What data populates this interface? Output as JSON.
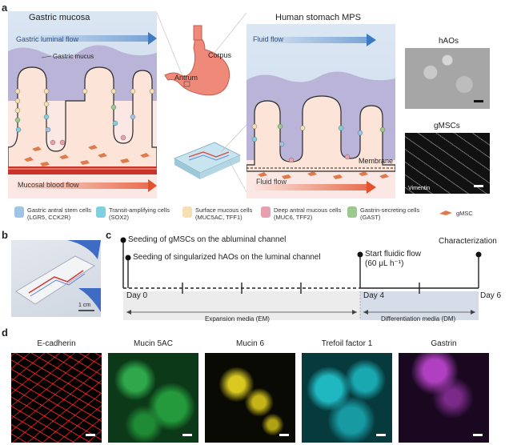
{
  "panel_labels": {
    "a": "a",
    "b": "b",
    "c": "c",
    "d": "d"
  },
  "panel_a": {
    "left_title": "Gastric mucosa",
    "right_title": "Human stomach MPS",
    "luminal_flow": "Gastric luminal flow",
    "gastric_mucus": "Gastric mucus",
    "blood_flow": "Mucosal blood flow",
    "corpus": "Corpus",
    "antrum": "Antrum",
    "fluid_flow_top": "Fluid flow",
    "fluid_flow_bottom": "Fluid flow",
    "membrane": "Membrane",
    "hAOs": "hAOs",
    "gMSCs": "gMSCs",
    "vimentin": "Vimentin"
  },
  "legend": [
    {
      "name": "Gastric antral stem cells",
      "markers": "(LGR5, CCK2R)",
      "color": "#9ec4e6"
    },
    {
      "name": "Transit-amplifying cells",
      "markers": "(SOX2)",
      "color": "#7fd0e0"
    },
    {
      "name": "Surface mucous cells",
      "markers": "(MUC5AC, TFF1)",
      "color": "#f4e0b0"
    },
    {
      "name": "Deep antral mucous cells",
      "markers": "(MUC6, TFF2)",
      "color": "#e7a0ad"
    },
    {
      "name": "Gastrin-secreting cells",
      "markers": "(GAST)",
      "color": "#9cc98d"
    },
    {
      "name": "gMSC",
      "markers": "",
      "color": "#e07a4a"
    }
  ],
  "panel_b": {
    "scale": "1 cm"
  },
  "panel_c": {
    "event_gmsc": "Seeding of gMSCs on the abluminal channel",
    "event_hao": "Seeding of singularized hAOs on the luminal channel",
    "event_flow_line1": "Start fluidic flow",
    "event_flow_line2": "(60 μL h⁻¹)",
    "event_char": "Characterization",
    "day0": "Day 0",
    "day4": "Day 4",
    "day6": "Day 6",
    "media_em": "Expansion media (EM)",
    "media_dm": "Differentiation media (DM)"
  },
  "panel_d": [
    {
      "label": "E-cadherin",
      "color": "#e02020"
    },
    {
      "label": "Mucin 5AC",
      "color": "#2ea84a"
    },
    {
      "label": "Mucin 6",
      "color": "#d8c820"
    },
    {
      "label": "Trefoil factor 1",
      "color": "#20b8c0"
    },
    {
      "label": "Gastrin",
      "color": "#b040c0"
    }
  ]
}
